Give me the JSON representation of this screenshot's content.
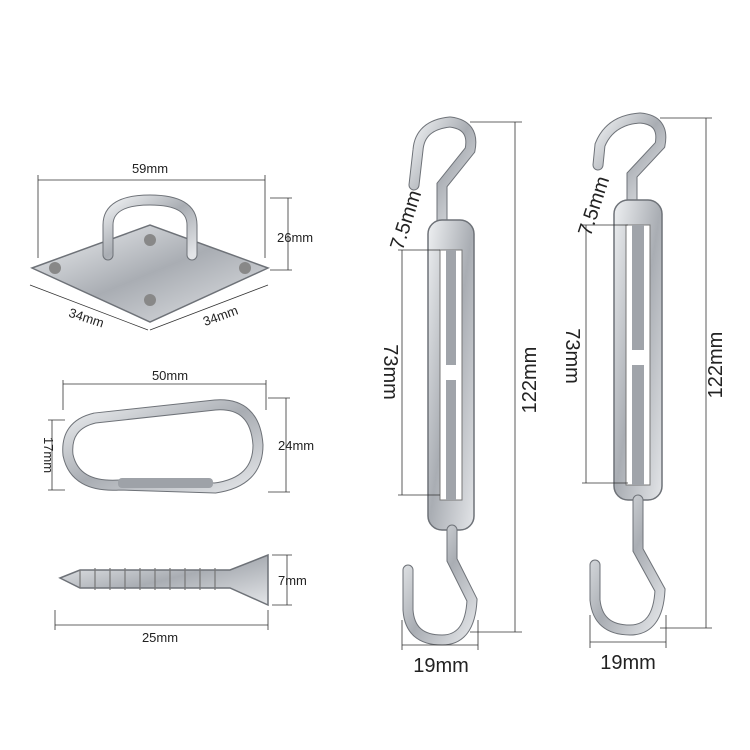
{
  "items": {
    "pad_eye": {
      "width": "59mm",
      "height": "26mm",
      "side_left": "34mm",
      "side_right": "34mm"
    },
    "carabiner": {
      "length": "50mm",
      "height": "24mm",
      "opening": "17mm"
    },
    "screw": {
      "length": "25mm",
      "head": "7mm"
    },
    "turnbuckle_left": {
      "hook": "7.5mm",
      "body": "73mm",
      "total": "122mm",
      "width": "19mm"
    },
    "turnbuckle_right": {
      "hook": "7.5mm",
      "body": "73mm",
      "total": "122mm",
      "width": "19mm"
    }
  },
  "colors": {
    "background": "#ffffff",
    "metal": "#b8bcc2",
    "text": "#222222"
  }
}
